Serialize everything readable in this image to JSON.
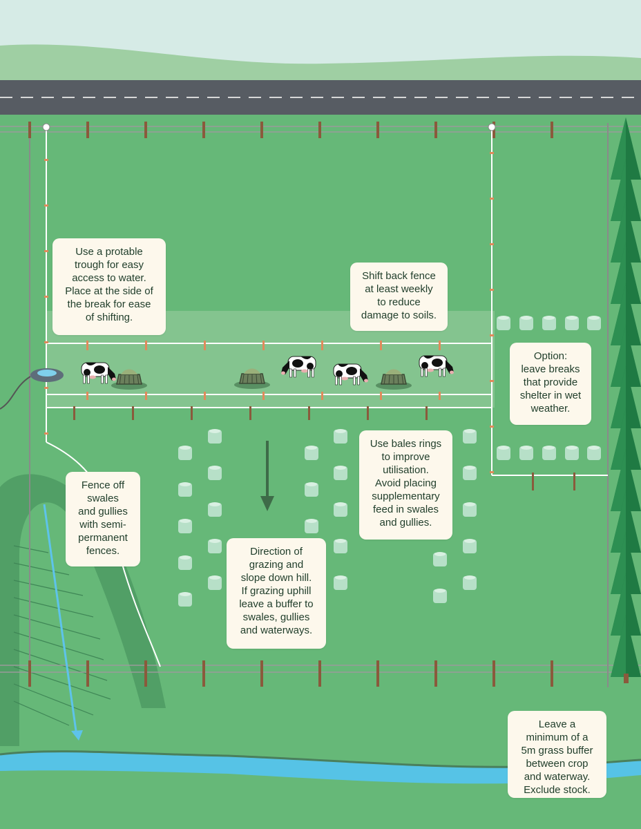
{
  "callouts": {
    "trough": "Use a protable\ntrough for easy\naccess to water.\nPlace at the side of\nthe break for ease\nof shifting.",
    "back_fence": "Shift back fence\nat least weekly\nto reduce\ndamage to soils.",
    "option": "Option:\nleave breaks\nthat provide\nshelter in wet\nweather.",
    "bale_rings": "Use bales rings\nto improve\nutilisation.\nAvoid placing\nsupplementary\nfeed in swales\nand gullies.",
    "swales": "Fence off\nswales\nand gullies\nwith semi-\npermanent\nfences.",
    "direction": "Direction of\ngrazing and\nslope down hill.\nIf grazing uphill\nleave a buffer to\nswales, gullies\nand waterways.",
    "buffer": "Leave a\nminimum of a\n5m grass buffer\nbetween crop\nand waterway.\nExclude stock."
  },
  "icons": {
    "cow": "cow-icon",
    "bale_ring": "bale-ring-icon",
    "bale": "bale-icon",
    "trough": "water-trough-icon",
    "tree": "pine-tree-icon",
    "arrow": "direction-arrow-icon"
  },
  "colors": {
    "sky": "#d6ebe6",
    "hills": "#9fcfa3",
    "road": "#575c63",
    "paddock": "#66b878",
    "break_strip": "#8cc795",
    "creek": "#56c3e6",
    "callout_bg": "#fdf8ec",
    "fence_post": "#8a5a3c",
    "tree": "#1f7a43",
    "arrow": "#3e6b48"
  }
}
